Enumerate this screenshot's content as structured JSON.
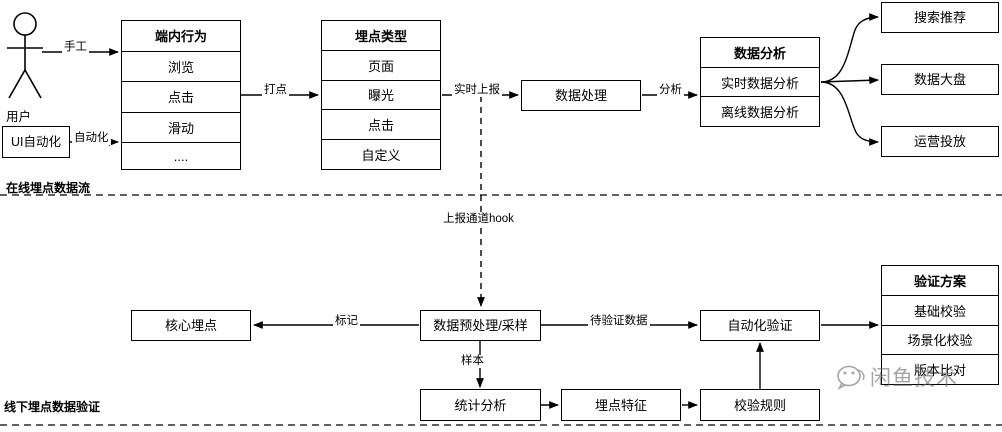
{
  "diagram": {
    "title_top_section": "在线埋点数据流",
    "title_bottom_section": "线下埋点数据验证"
  },
  "actor": {
    "name": "用户",
    "icon": "stick-figure-user-icon"
  },
  "nodes": {
    "ui_automation": "UI自动化",
    "device_behavior": {
      "header": "端内行为",
      "items": [
        "浏览",
        "点击",
        "滑动",
        "...."
      ]
    },
    "tracking_type": {
      "header": "埋点类型",
      "items": [
        "页面",
        "曝光",
        "点击",
        "自定义"
      ]
    },
    "data_processing": "数据处理",
    "data_analysis": {
      "header": "数据分析",
      "items": [
        "实时数据分析",
        "离线数据分析"
      ]
    },
    "outputs": [
      "搜索推荐",
      "数据大盘",
      "运营投放"
    ],
    "core_tracking": "核心埋点",
    "preprocess_sampling": "数据预处理/采样",
    "auto_verify": "自动化验证",
    "statistics": "统计分析",
    "tracking_feature": "埋点特征",
    "verify_rule": "校验规则",
    "verify_plan": {
      "header": "验证方案",
      "items": [
        "基础校验",
        "场景化校验",
        "版本比对"
      ]
    }
  },
  "edge_labels": {
    "manual": "手工",
    "automation": "自动化",
    "mark_point": "打点",
    "realtime_report": "实时上报",
    "analyze": "分析",
    "report_channel_hook": "上报通道hook",
    "mark": "标记",
    "data_to_verify": "待验证数据",
    "sample": "样本"
  },
  "watermark": {
    "text": "闲鱼技术",
    "icon": "wechat-bubble-icon"
  },
  "colors": {
    "stroke": "#000000",
    "background": "#ffffff",
    "watermark": "#6d6d6d"
  }
}
